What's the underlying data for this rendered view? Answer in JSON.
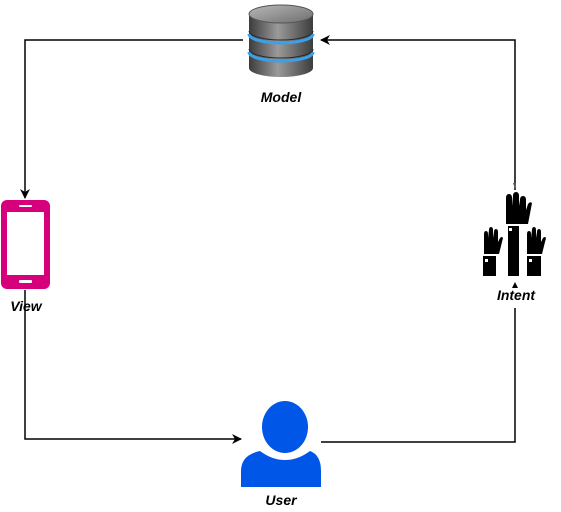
{
  "nodes": {
    "model": {
      "label": "Model",
      "icon": "database-icon"
    },
    "view": {
      "label": "View",
      "icon": "smartphone-icon"
    },
    "user": {
      "label": "User",
      "icon": "user-icon"
    },
    "intent": {
      "label": "Intent",
      "icon": "raised-hands-icon"
    }
  },
  "edges": [
    {
      "from": "model",
      "to": "view"
    },
    {
      "from": "view",
      "to": "user"
    },
    {
      "from": "user",
      "to": "intent"
    },
    {
      "from": "intent",
      "to": "model"
    }
  ],
  "colors": {
    "line": "#000000",
    "view_icon": "#d6007c",
    "user_icon": "#0057e7",
    "database_body": "#5a5a5a",
    "database_ring": "#3aa0e8",
    "hands": "#000000"
  }
}
